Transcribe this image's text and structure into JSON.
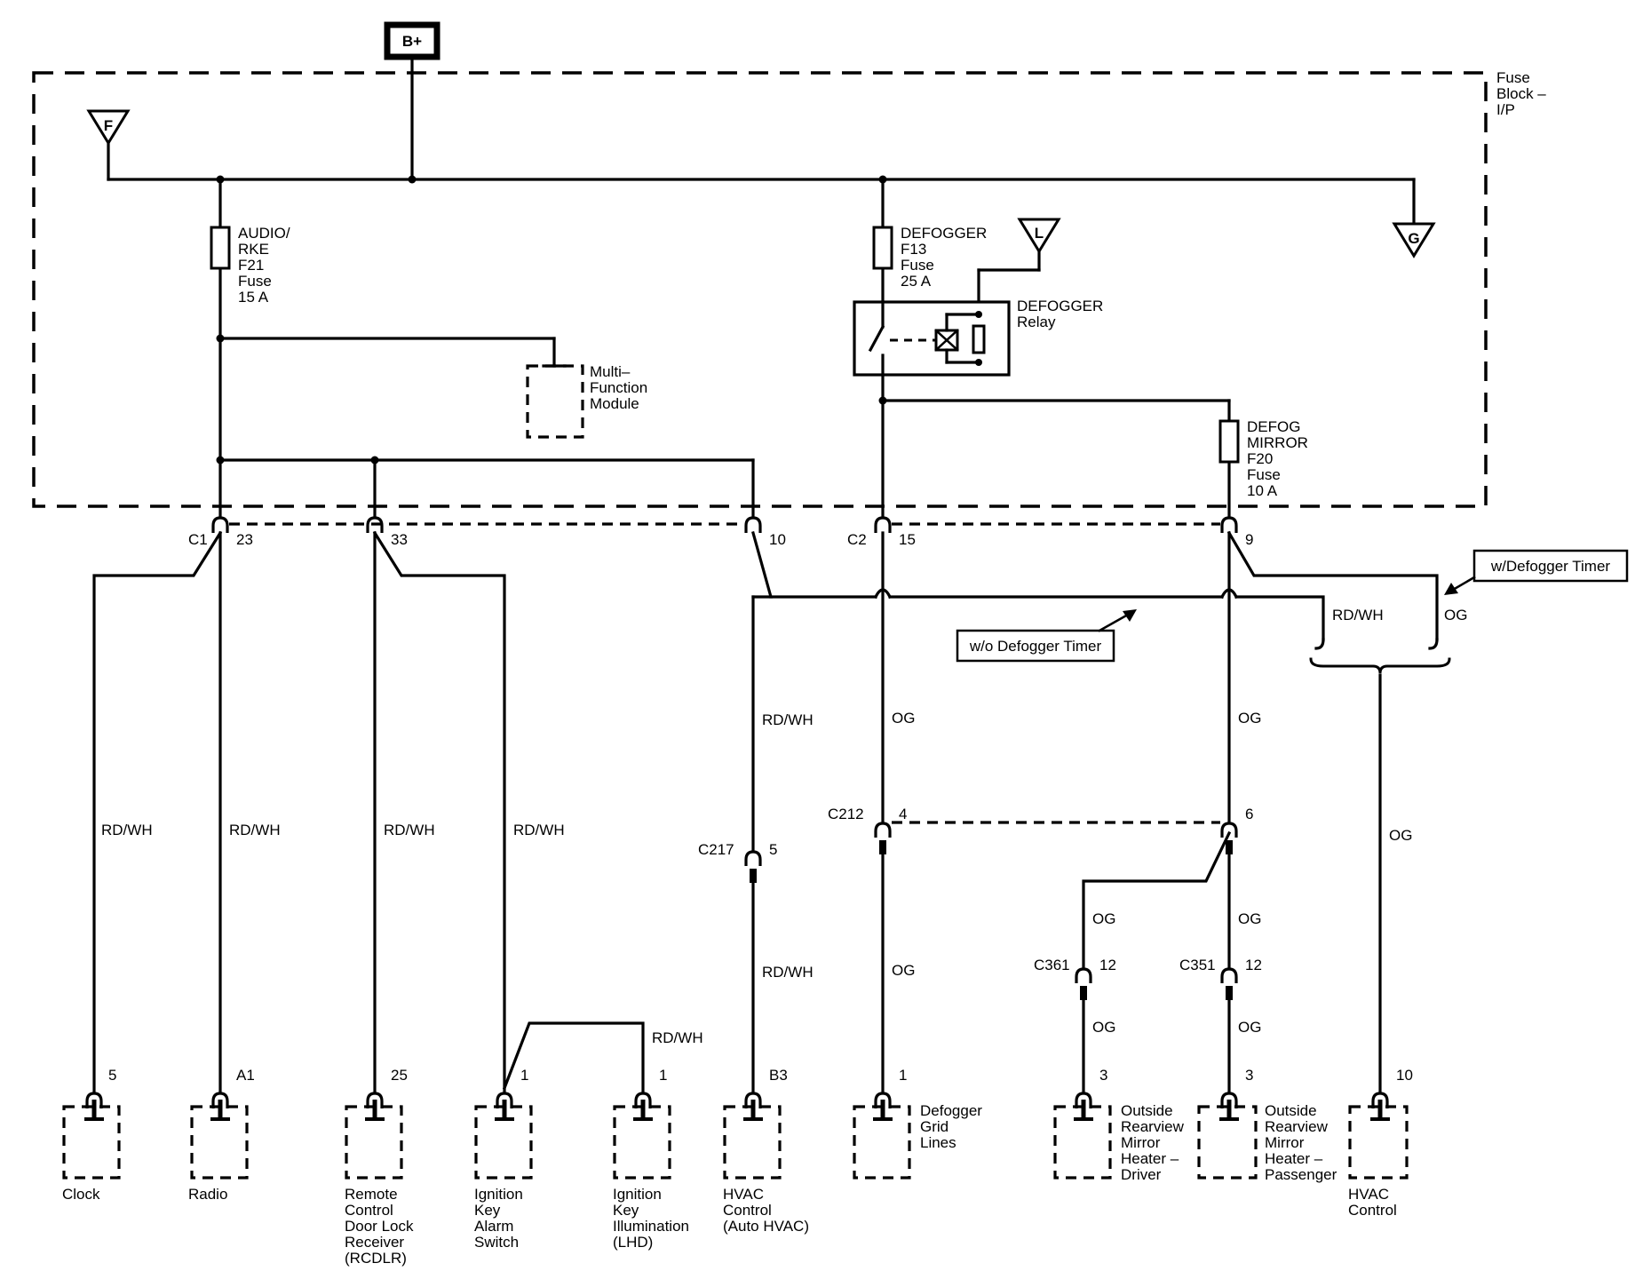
{
  "power": {
    "battery": "B+"
  },
  "fuse_block": {
    "label_lines": [
      "Fuse",
      "Block –",
      "I/P"
    ]
  },
  "buses": {
    "f": "F",
    "g": "G",
    "l": "L"
  },
  "fuses": {
    "audio_rke": [
      "AUDIO/",
      "RKE",
      "F21",
      "Fuse",
      "15 A"
    ],
    "defogger": [
      "DEFOGGER",
      "F13",
      "Fuse",
      "25 A"
    ],
    "defog_mirror": [
      "DEFOG",
      "MIRROR",
      "F20",
      "Fuse",
      "10 A"
    ]
  },
  "relay": {
    "label_lines": [
      "DEFOGGER",
      "Relay"
    ]
  },
  "mfm": {
    "label_lines": [
      "Multi–",
      "Function",
      "Module"
    ]
  },
  "connectors": {
    "c1": "C1",
    "c1_pin23": "23",
    "c1_pin33": "33",
    "c1_pin10": "10",
    "c2": "C2",
    "c2_pin15": "15",
    "c2_pin9": "9",
    "c212": "C212",
    "c212_pin4": "4",
    "c212_pin6": "6",
    "c217": "C217",
    "c217_pin5": "5",
    "c361": "C361",
    "c361_pin12": "12",
    "c351": "C351",
    "c351_pin12": "12"
  },
  "options": {
    "without_timer": "w/o Defogger Timer",
    "with_timer": "w/Defogger Timer"
  },
  "wires": {
    "clock": "RD/WH",
    "radio": "RD/WH",
    "rcdlr": "RD/WH",
    "alarm": "RD/WH",
    "illum": "RD/WH",
    "hvac_top": "RD/WH",
    "hvac_bottom": "RD/WH",
    "grid_top": "OG",
    "grid_bottom": "OG",
    "mirror_top": "OG",
    "driver_mid": "OG",
    "driver_bottom": "OG",
    "pass_mid": "OG",
    "pass_bottom": "OG",
    "timer_rdwh": "RD/WH",
    "timer_og": "OG",
    "hvac_ctrl": "OG"
  },
  "components": [
    {
      "id": "clock",
      "pin": "5",
      "label_lines": [
        "Clock"
      ]
    },
    {
      "id": "radio",
      "pin": "A1",
      "label_lines": [
        "Radio"
      ]
    },
    {
      "id": "rcdlr",
      "pin": "25",
      "label_lines": [
        "Remote",
        "Control",
        "Door Lock",
        "Receiver",
        "(RCDLR)"
      ]
    },
    {
      "id": "alarm",
      "pin": "1",
      "label_lines": [
        "Ignition",
        "Key",
        "Alarm",
        "Switch"
      ]
    },
    {
      "id": "illum",
      "pin": "1",
      "label_lines": [
        "Ignition",
        "Key",
        "Illumination",
        "(LHD)"
      ]
    },
    {
      "id": "hvac_auto",
      "pin": "B3",
      "label_lines": [
        "HVAC",
        "Control",
        "(Auto HVAC)"
      ]
    },
    {
      "id": "grid",
      "pin": "1",
      "label_lines": [
        "Defogger",
        "Grid",
        "Lines"
      ]
    },
    {
      "id": "mirror_driver",
      "pin": "3",
      "label_lines": [
        "Outside",
        "Rearview",
        "Mirror",
        "Heater –",
        "Driver"
      ]
    },
    {
      "id": "mirror_pass",
      "pin": "3",
      "label_lines": [
        "Outside",
        "Rearview",
        "Mirror",
        "Heater –",
        "Passenger"
      ]
    },
    {
      "id": "hvac_ctrl",
      "pin": "10",
      "label_lines": [
        "HVAC",
        "Control"
      ]
    }
  ]
}
